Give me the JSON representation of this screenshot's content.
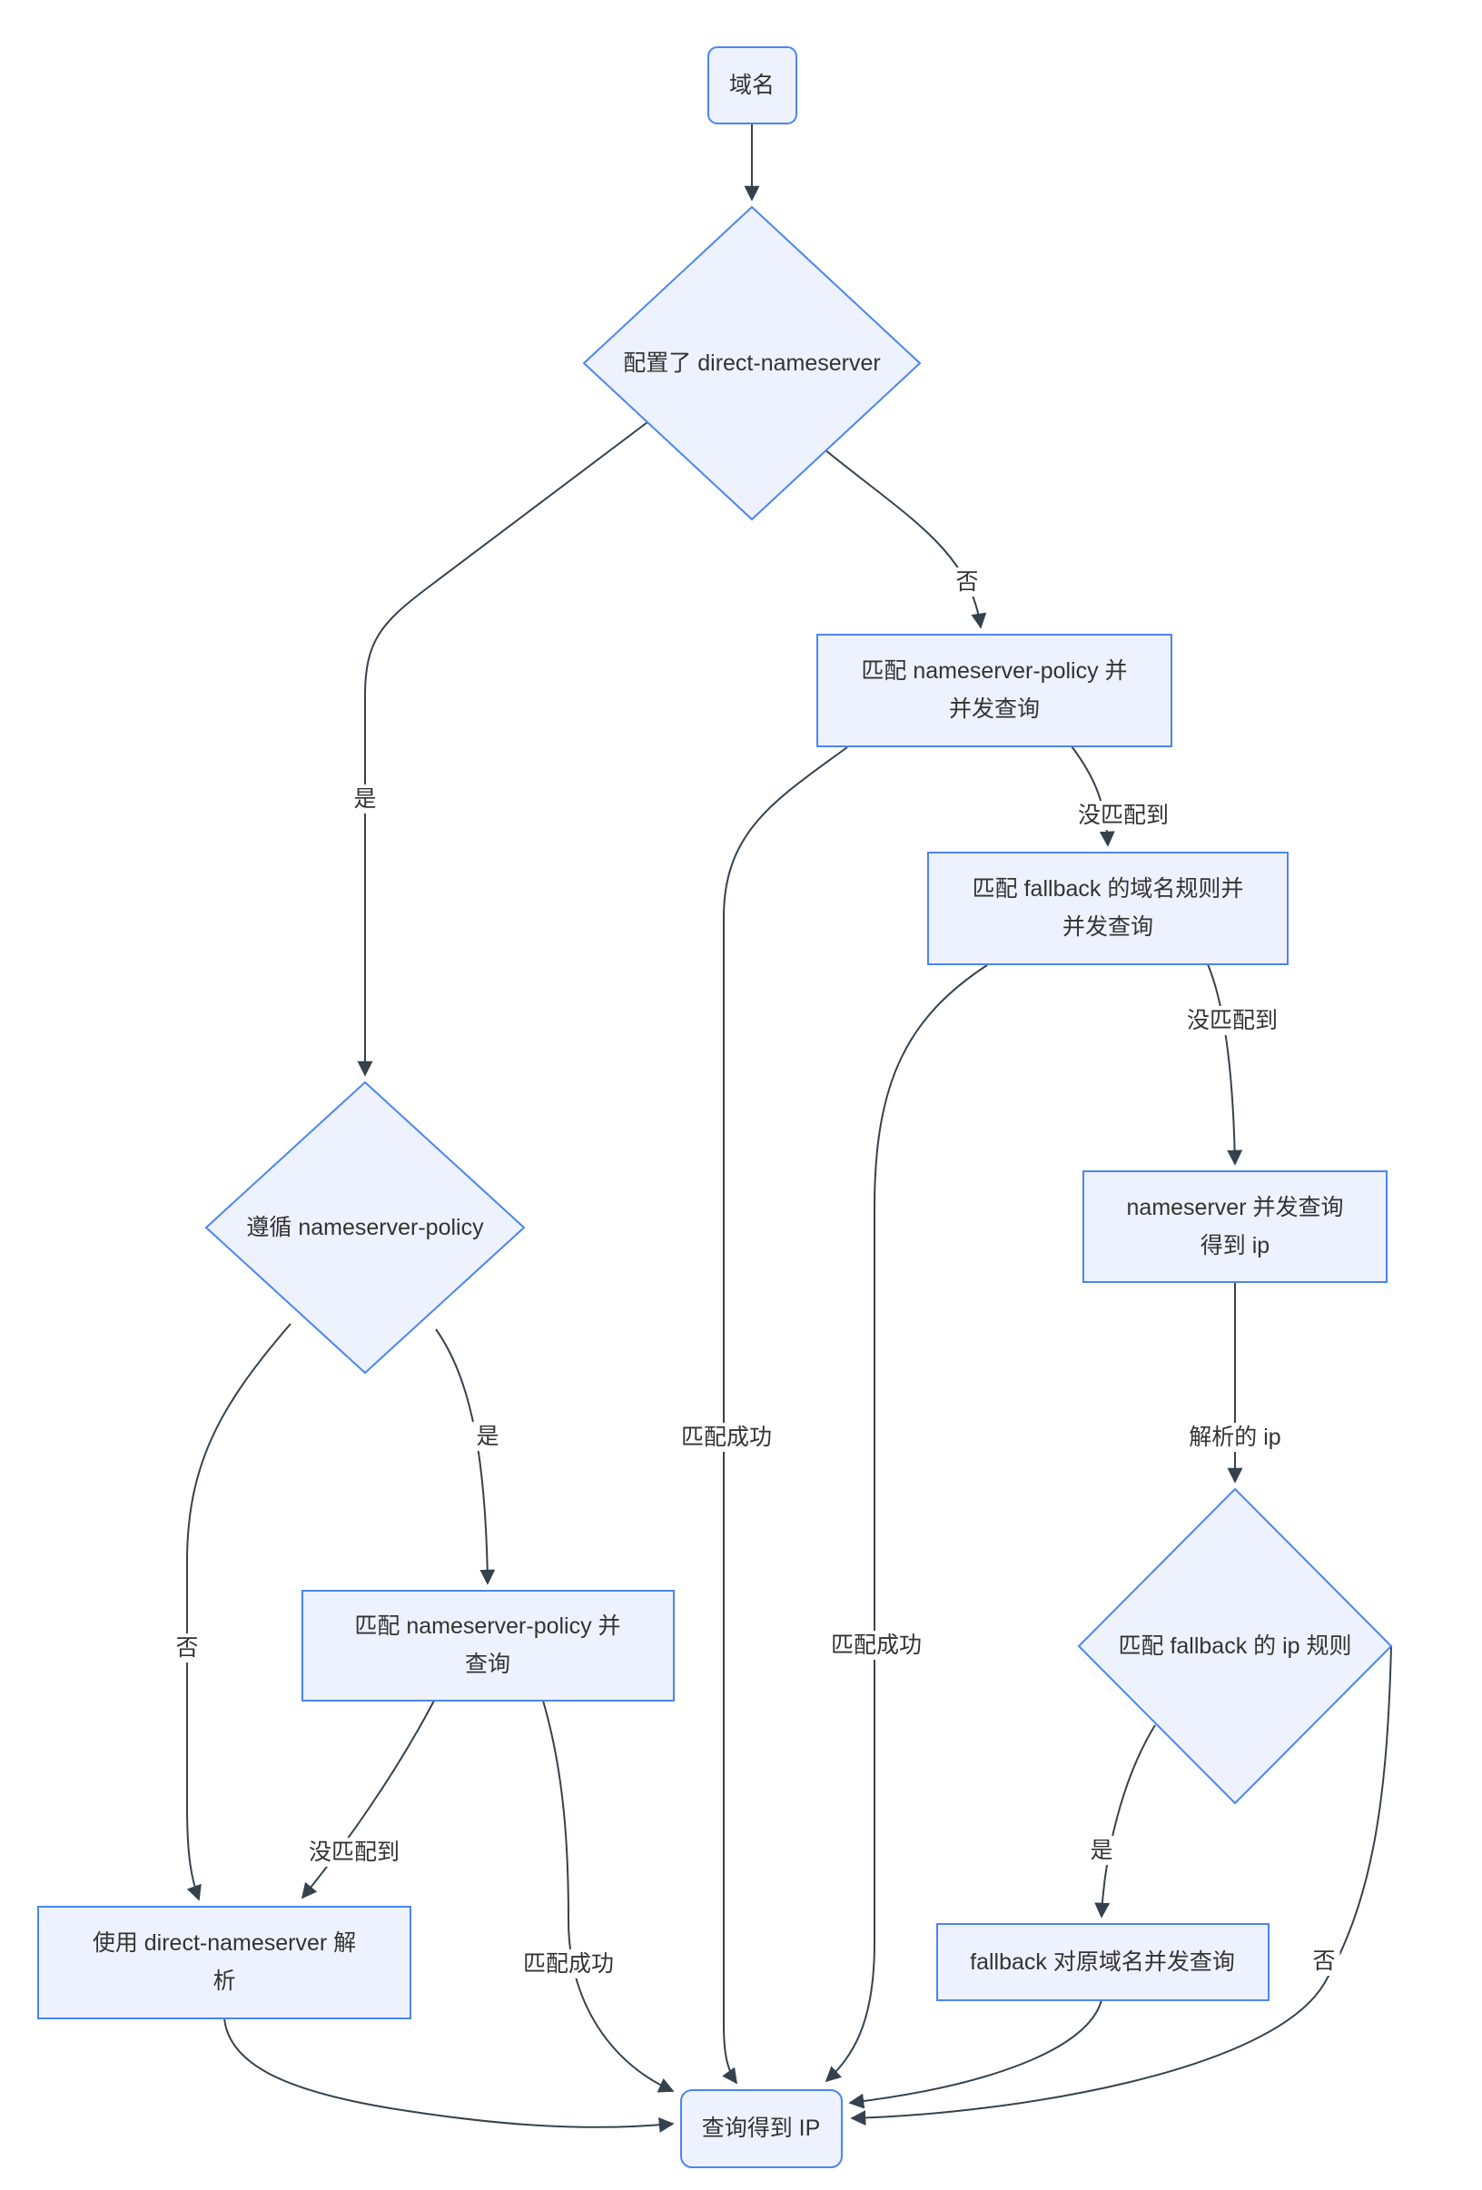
{
  "diagram": {
    "colors": {
      "background": "#ffffff",
      "node_fill": "#edf2fe",
      "node_border": "#4b85f2",
      "edge_line": "#35424d",
      "text": "#333333"
    },
    "nodes": {
      "domain": {
        "label": "域名"
      },
      "has_direct_nameserver": {
        "label": "配置了 direct-nameserver"
      },
      "match_policy_concurrent": {
        "line1": "匹配 nameserver-policy 并",
        "line2": "并发查询"
      },
      "match_fallback_domain": {
        "line1": "匹配 fallback 的域名规则并",
        "line2": "并发查询"
      },
      "nameserver_concurrent": {
        "line1": "nameserver 并发查询",
        "line2": "得到 ip"
      },
      "match_fallback_ip": {
        "label": "匹配 fallback 的 ip 规则"
      },
      "fallback_query_origin": {
        "label": "fallback 对原域名并发查询"
      },
      "follow_policy": {
        "label": "遵循 nameserver-policy"
      },
      "match_policy_query": {
        "line1": "匹配 nameserver-policy 并",
        "line2": "查询"
      },
      "use_direct_resolve": {
        "line1": "使用 direct-nameserver 解",
        "line2": "析"
      },
      "result": {
        "label": "查询得到 IP"
      }
    },
    "edge_labels": {
      "direct_yes": "是",
      "direct_no": "否",
      "policy_concurrent_no_match": "没匹配到",
      "policy_concurrent_success": "匹配成功",
      "fallback_domain_no_match": "没匹配到",
      "fallback_domain_success": "匹配成功",
      "resolved_ip": "解析的 ip",
      "fallback_ip_yes": "是",
      "fallback_ip_no": "否",
      "follow_yes": "是",
      "follow_no": "否",
      "policy_query_no_match": "没匹配到",
      "policy_query_success": "匹配成功"
    }
  }
}
